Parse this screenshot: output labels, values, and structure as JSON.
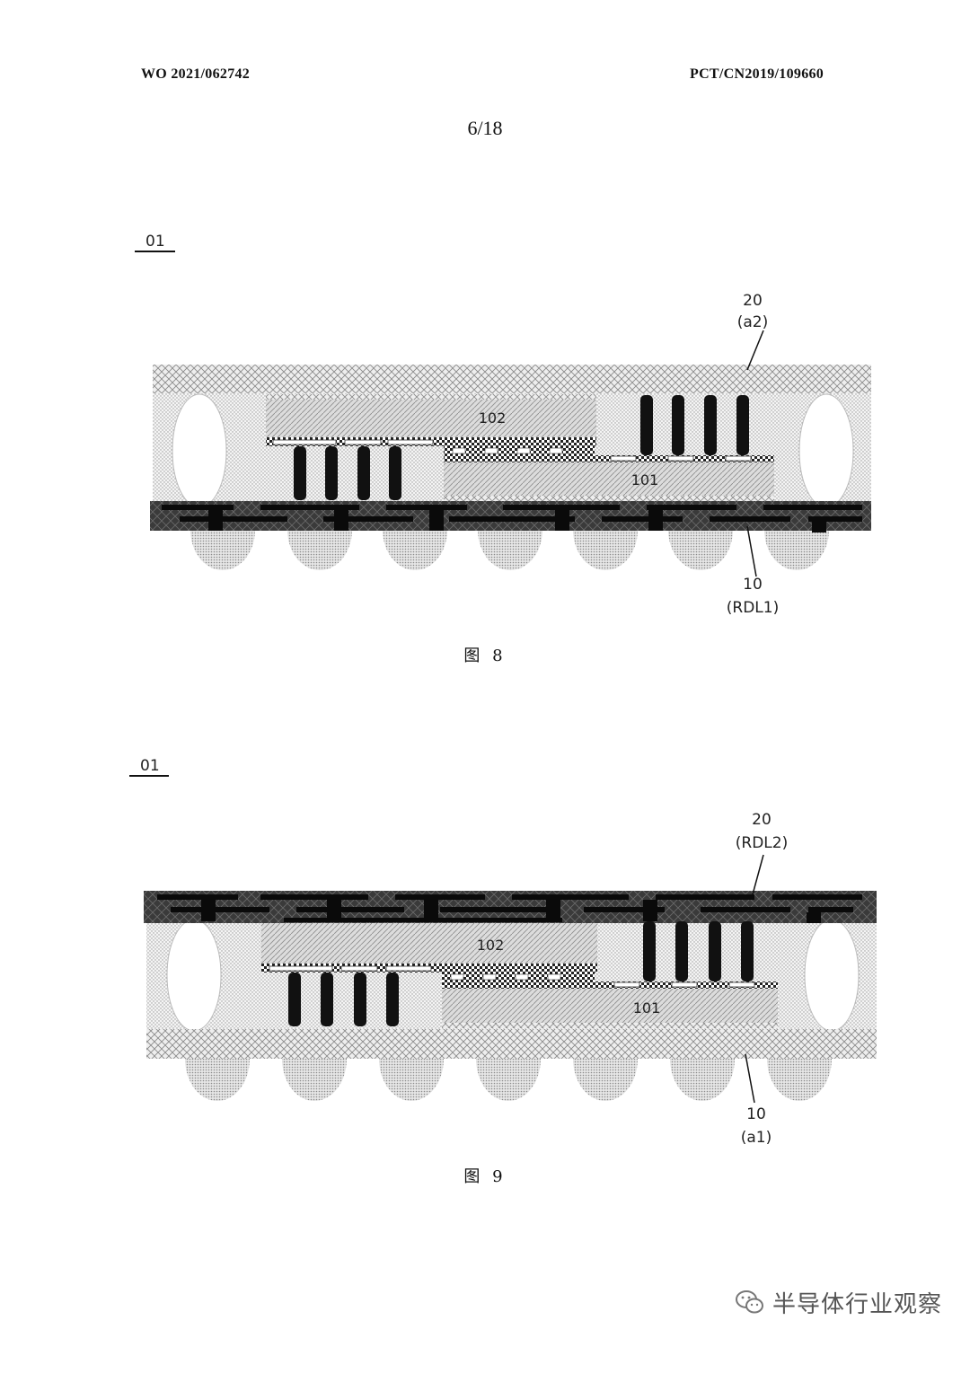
{
  "header": {
    "publication_number": "WO 2021/062742",
    "application_number": "PCT/CN2019/109660"
  },
  "page_number": "6/18",
  "figures": [
    {
      "id": "fig8",
      "ref_label": "01",
      "caption": "图 8",
      "top_layer": {
        "number": "20",
        "sub": "(a2)"
      },
      "bottom_layer": {
        "number": "10",
        "sub": "(RDL1)"
      },
      "chip_upper": "102",
      "chip_lower": "101"
    },
    {
      "id": "fig9",
      "ref_label": "01",
      "caption": "图 9",
      "top_layer": {
        "number": "20",
        "sub": "(RDL2)"
      },
      "bottom_layer": {
        "number": "10",
        "sub": "(a1)"
      },
      "chip_upper": "102",
      "chip_lower": "101"
    }
  ],
  "watermark": {
    "text": "半导体行业观察",
    "icon": "wechat-icon"
  }
}
